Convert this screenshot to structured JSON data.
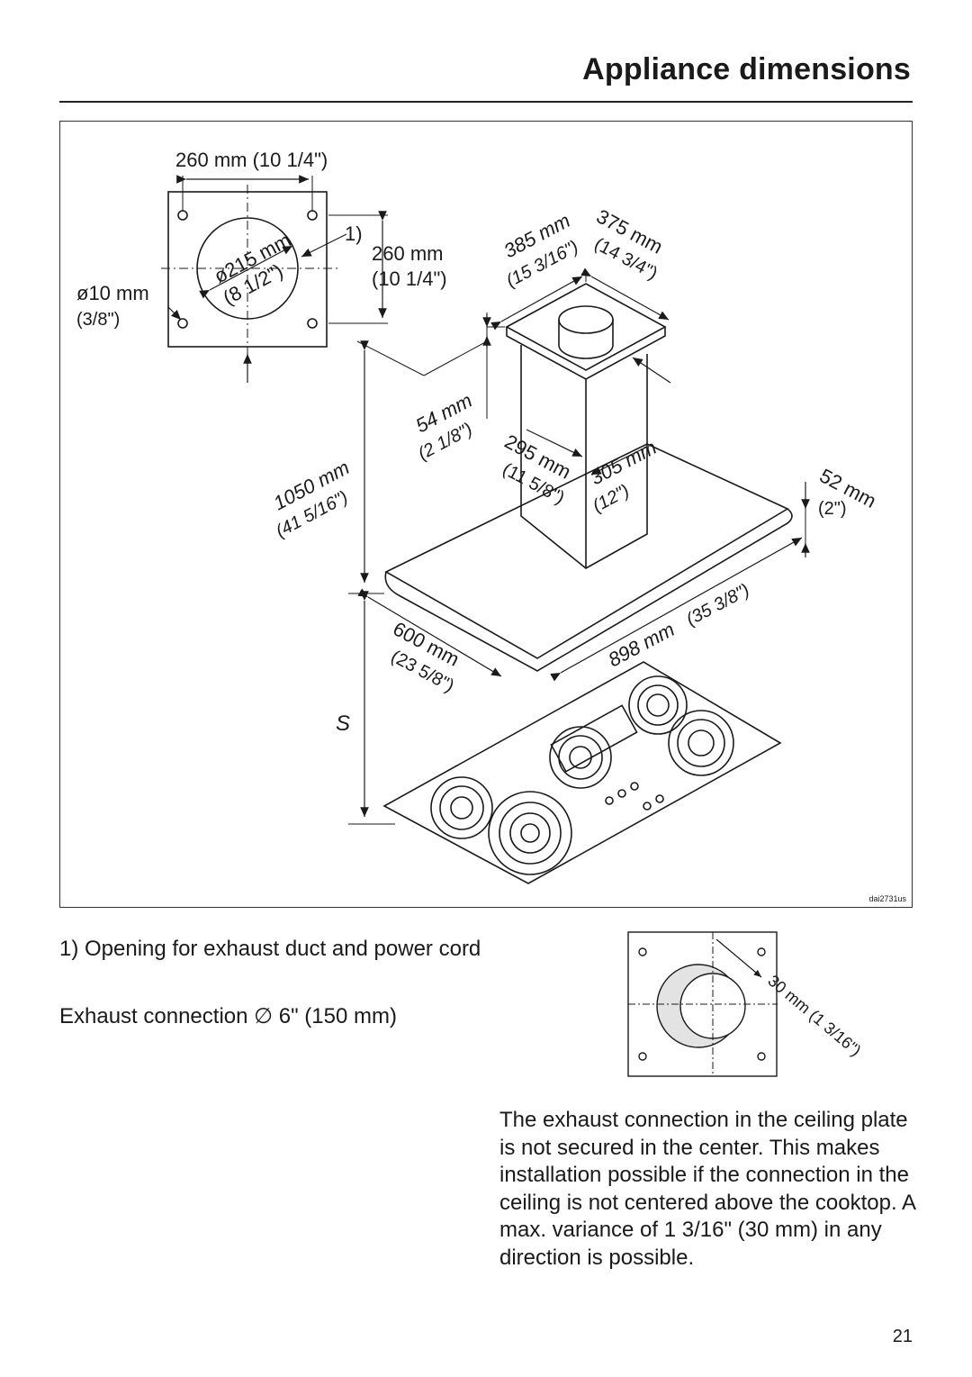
{
  "header": {
    "title": "Appliance dimensions"
  },
  "figure": {
    "code": "dai2731us",
    "labels": {
      "plate_width": "260 mm (10 1/4\")",
      "plate_opening_dia_mm": "ø215 mm",
      "plate_opening_dia_in": "(8 1/2\")",
      "plate_height_mm": "260 mm",
      "plate_height_in": "(10 1/4\")",
      "note_marker": "1)",
      "hole_mm": "ø10 mm",
      "hole_in": "(3/8\")",
      "duct_top_385_mm": "385 mm",
      "duct_top_385_in": "(15 3/16\")",
      "duct_top_375_mm": "375 mm",
      "duct_top_375_in": "(14 3/4\")",
      "offset_mm": "54 mm",
      "offset_in": "(2 1/8\")",
      "height_mm": "1050 mm",
      "height_in": "(41 5/16\")",
      "duct_295_mm": "295 mm",
      "duct_295_in": "(11 5/8\")",
      "duct_305_mm": "305 mm",
      "duct_305_in": "(12\")",
      "canopy_thick_mm": "52 mm",
      "canopy_thick_in": "(2\")",
      "depth_mm": "600 mm",
      "depth_in": "(23 5/8\")",
      "width_mm": "898 mm",
      "width_in": "(35 3/8\")",
      "distance_s": "S"
    }
  },
  "footnote": "1) Opening for exhaust duct and power cord",
  "exhaust_connection": "Exhaust connection ∅ 6\" (150 mm)",
  "detail": {
    "label": "30 mm (1 3/16\")"
  },
  "paragraph": "The exhaust connection in the ceiling plate is not secured in the center. This makes installation possible if the connection in the ceiling is not centered above the cooktop. A max. variance of 1 3/16\" (30 mm) in any direction is possible.",
  "page_number": "21"
}
